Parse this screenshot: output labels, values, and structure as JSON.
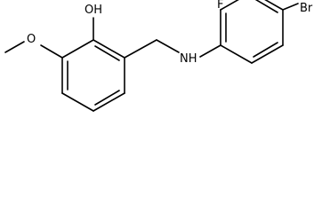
{
  "molecule": {
    "atoms": {
      "hydroxyl": "OH",
      "methoxy_oxygen": "O",
      "amine": "NH",
      "fluorine": "F",
      "bromine": "Br"
    }
  },
  "colors": {
    "bond": "#000000",
    "label": "#000000",
    "background": "#ffffff"
  }
}
